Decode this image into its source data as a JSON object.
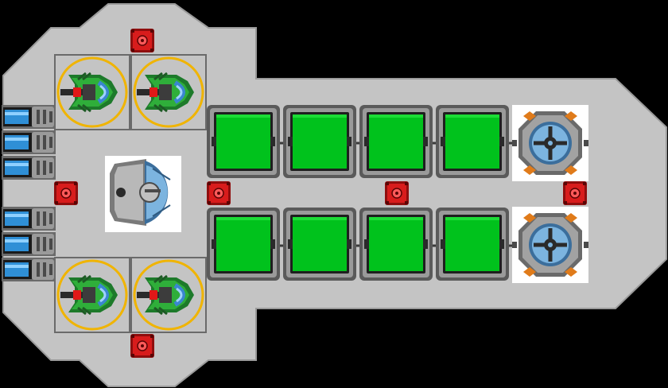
{
  "colors": {
    "background": "#000000",
    "hull": "#c4c4c4",
    "hull_outline": "#8a8a8a",
    "cargo_green": "#00c21c",
    "cargo_frame": "#6e6e6e",
    "engine_blue": "#2f8fd6",
    "reactor_blue": "#7cb4df",
    "turret_green": "#2fae3a",
    "turret_ring": "#f0b400",
    "conduit_red": "#d81c1c"
  },
  "modules": {
    "turrets": [
      {
        "name": "turret-top-left",
        "icon": "turret-icon"
      },
      {
        "name": "turret-top-right",
        "icon": "turret-icon"
      },
      {
        "name": "turret-bottom-left",
        "icon": "turret-icon"
      },
      {
        "name": "turret-bottom-right",
        "icon": "turret-icon"
      }
    ],
    "engines": [
      {
        "name": "engine-1",
        "icon": "thruster-icon"
      },
      {
        "name": "engine-2",
        "icon": "thruster-icon"
      },
      {
        "name": "engine-3",
        "icon": "thruster-icon"
      },
      {
        "name": "engine-4",
        "icon": "thruster-icon"
      },
      {
        "name": "engine-5",
        "icon": "thruster-icon"
      },
      {
        "name": "engine-6",
        "icon": "thruster-icon"
      }
    ],
    "cargo_bays": 8,
    "reactors": 2,
    "conduits": 6,
    "cockpit": {
      "name": "cockpit",
      "icon": "cockpit-icon"
    }
  }
}
